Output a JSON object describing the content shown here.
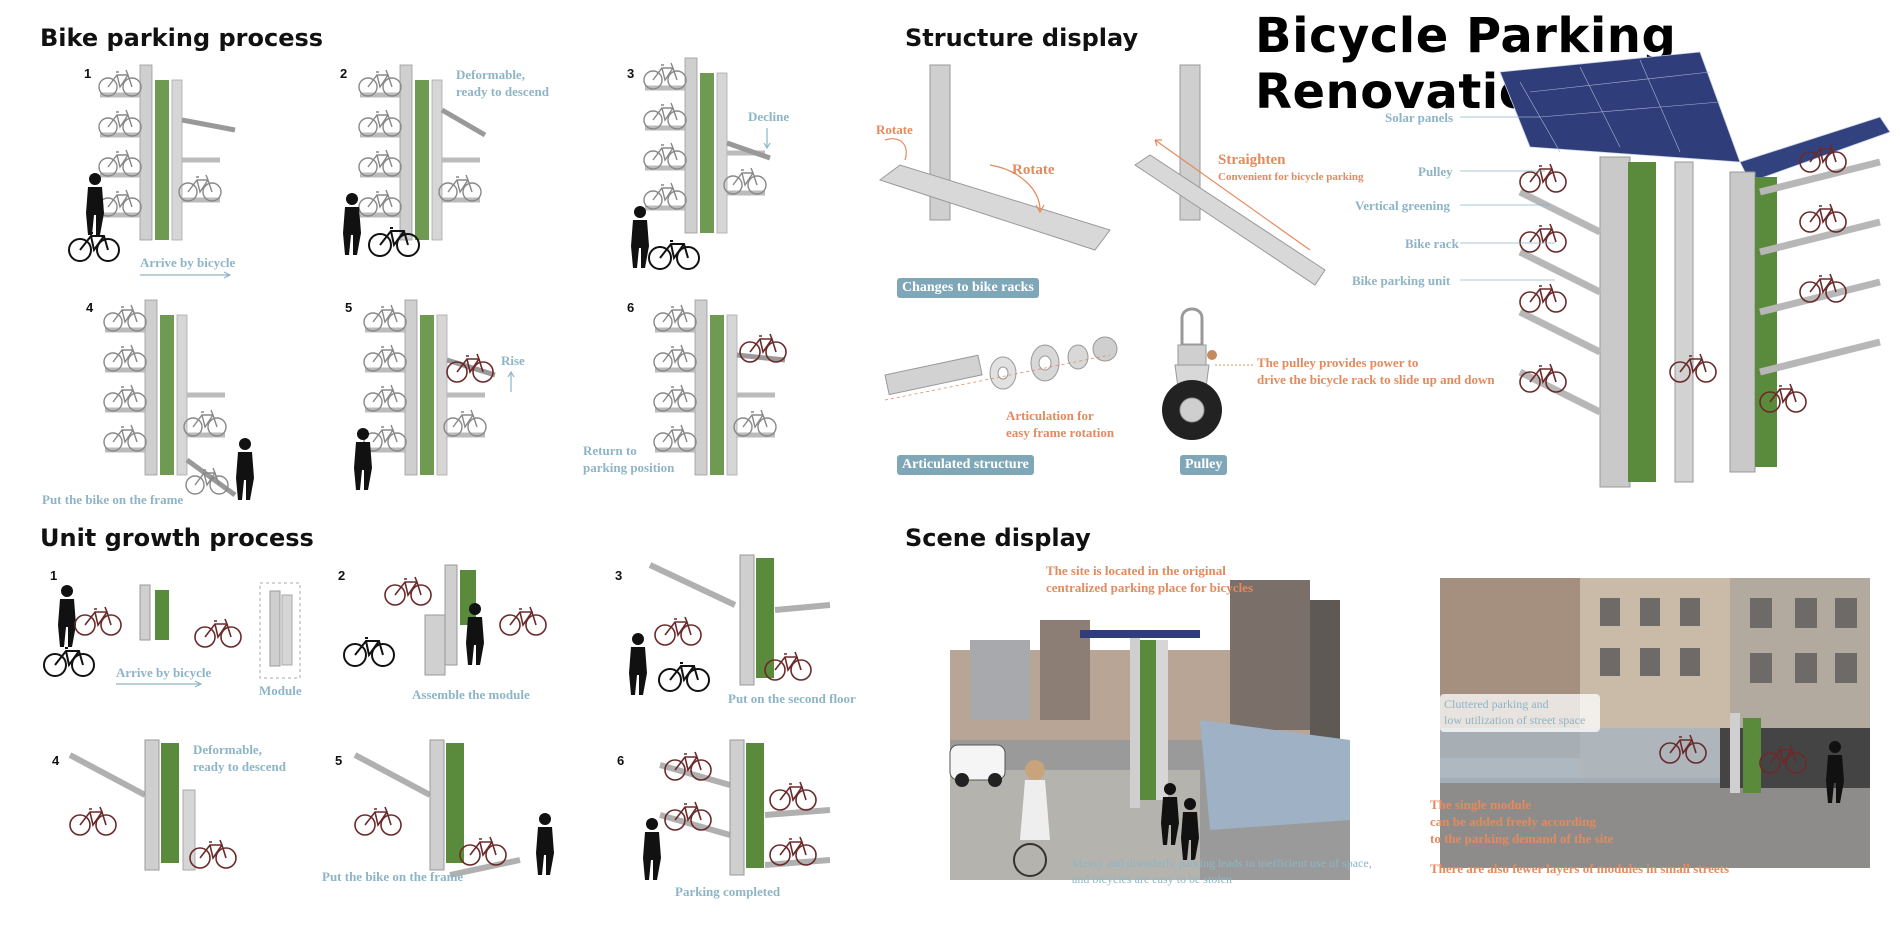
{
  "title": "Bicycle Parking Renovation",
  "sections": {
    "bike_parking": "Bike parking process",
    "structure": "Structure display",
    "unit_growth": "Unit growth process",
    "scene": "Scene display"
  },
  "bike_parking_steps": {
    "n1": "1",
    "n2": "2",
    "n3": "3",
    "n4": "4",
    "n5": "5",
    "n6": "6",
    "arrive": "Arrive by bicycle",
    "deformable": "Deformable,",
    "ready": "ready to descend",
    "decline": "Decline",
    "put_bike": "Put the bike on the frame",
    "rise": "Rise",
    "return1": "Return to",
    "return2": "parking position"
  },
  "structure": {
    "rotate_small": "Rotate",
    "rotate": "Rotate",
    "straighten": "Straighten",
    "convenient": "Convenient for bicycle parking",
    "changes_tag": "Changes to bike racks",
    "artic1": "Articulation for",
    "artic2": "easy frame rotation",
    "artic_tag": "Articulated structure",
    "pulley_tag": "Pulley",
    "pulley1": "The pulley provides power to",
    "pulley2": "drive the bicycle rack to slide up and down"
  },
  "tower_labels": {
    "solar": "Solar panels",
    "pulley": "Pulley",
    "greening": "Vertical greening",
    "rack": "Bike rack",
    "unit": "Bike parking unit"
  },
  "unit_growth_steps": {
    "n1": "1",
    "n2": "2",
    "n3": "3",
    "n4": "4",
    "n5": "5",
    "n6": "6",
    "arrive": "Arrive by bicycle",
    "module": "Module",
    "assemble": "Assemble the module",
    "second": "Put on the second floor",
    "deformable": "Deformable,",
    "ready": "ready to descend",
    "put_bike": "Put the bike on the frame",
    "completed": "Parking completed"
  },
  "scene": {
    "site1": "The site is located in the original",
    "site2": "centralized parking place for bicycles",
    "messy1": "Messy and disorderly parking leads to inefficient use of space,",
    "messy2": "and bicycles are easy to be stolen",
    "cluttered1": "Cluttered parking and",
    "cluttered2": "low utilization of street space",
    "single1": "The single module",
    "single2": "can be added freely according",
    "single3": "to the parking demand of the site",
    "fewer": "There are also fewer layers of modules in small streets"
  },
  "colors": {
    "blue_text": "#8db5c6",
    "orange_text": "#e38a5e",
    "tag_bg": "#7fa7b8",
    "green": "#5a8a3c",
    "solar": "#2f3d7a"
  }
}
